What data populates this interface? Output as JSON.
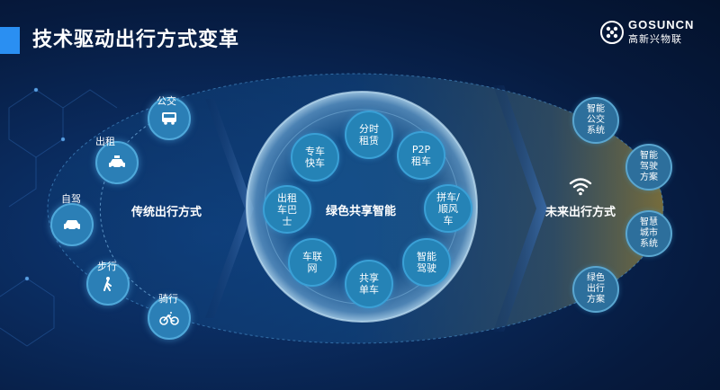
{
  "header": {
    "title": "技术驱动出行方式变革",
    "logo_en": "GOSUNCN",
    "logo_cn": "高新兴物联"
  },
  "left": {
    "center_label": "传统出行方式",
    "items": [
      {
        "label": "公交",
        "icon": "bus-icon"
      },
      {
        "label": "出租",
        "icon": "taxi-icon"
      },
      {
        "label": "自驾",
        "icon": "car-icon"
      },
      {
        "label": "步行",
        "icon": "walk-icon"
      },
      {
        "label": "骑行",
        "icon": "bike-icon"
      }
    ]
  },
  "middle": {
    "center_label": "绿色共享智能",
    "items": [
      {
        "lines": [
          "分时",
          "租赁"
        ]
      },
      {
        "lines": [
          "P2P",
          "租车"
        ]
      },
      {
        "lines": [
          "拼车/",
          "顺风",
          "车"
        ]
      },
      {
        "lines": [
          "智能",
          "驾驶"
        ]
      },
      {
        "lines": [
          "共享",
          "单车"
        ]
      },
      {
        "lines": [
          "车联",
          "网"
        ]
      },
      {
        "lines": [
          "出租",
          "车巴",
          "士"
        ]
      },
      {
        "lines": [
          "专车",
          "快车"
        ]
      }
    ]
  },
  "right": {
    "center_label": "未来出行方式",
    "icon": "wifi-icon",
    "items": [
      {
        "lines": [
          "智能",
          "公交",
          "系统"
        ]
      },
      {
        "lines": [
          "智能",
          "驾驶",
          "方案"
        ]
      },
      {
        "lines": [
          "智慧",
          "城市",
          "系统"
        ]
      },
      {
        "lines": [
          "绿色",
          "出行",
          "方案"
        ]
      }
    ]
  },
  "colors": {
    "accent": "#2a8ff2",
    "node_fill": "#2b7fb6",
    "right_glow": "#a08a3c"
  }
}
